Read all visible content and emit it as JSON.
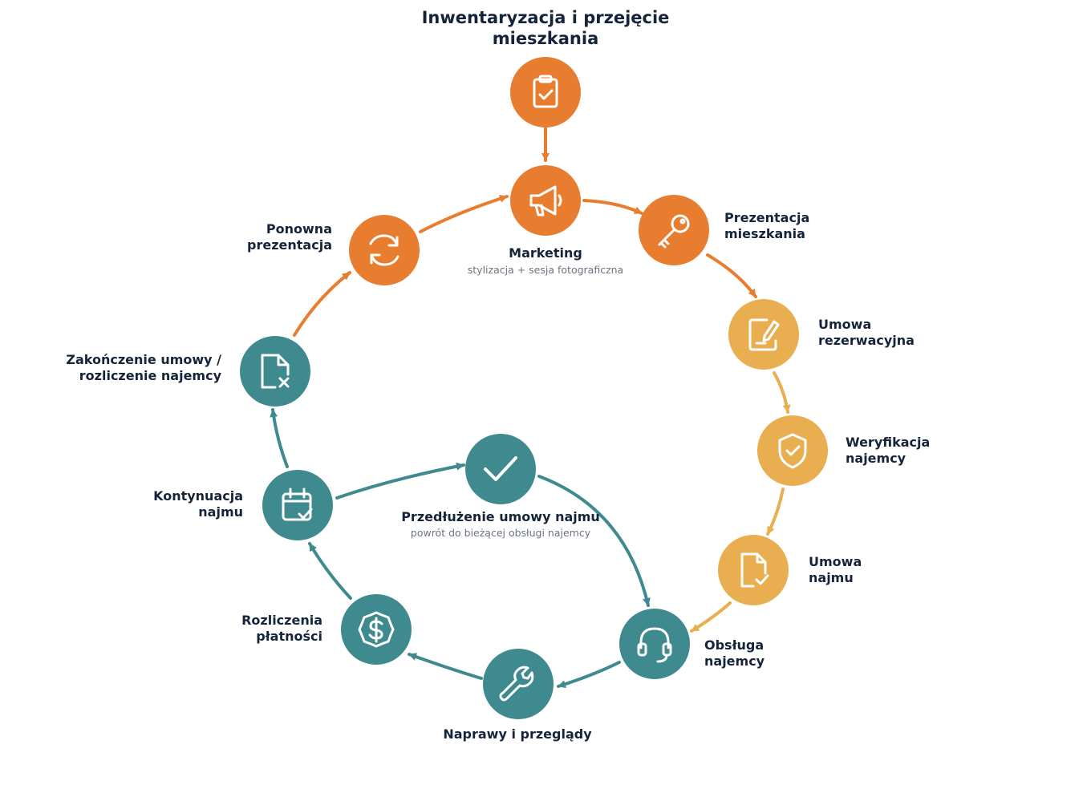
{
  "title": [
    "Inwentaryzacja i przejęcie",
    "mieszkania"
  ],
  "colors": {
    "orange": "#e87d2f",
    "amber": "#e8ae4f",
    "teal": "#3f8a8f",
    "text": "#15243a",
    "subtext": "#6b7480"
  },
  "steps": [
    {
      "id": "marketing",
      "icon": "megaphone-icon",
      "lines": [
        "Marketing"
      ],
      "sub": "stylizacja + sesja fotograficzna"
    },
    {
      "id": "prezentacja",
      "icon": "key-icon",
      "lines": [
        "Prezentacja",
        "mieszkania"
      ]
    },
    {
      "id": "rezerwacja",
      "icon": "document-pen-icon",
      "lines": [
        "Umowa",
        "rezerwacyjna"
      ]
    },
    {
      "id": "weryfikacja",
      "icon": "shield-check-icon",
      "lines": [
        "Weryfikacja",
        "najemcy"
      ]
    },
    {
      "id": "umowa",
      "icon": "document-check-icon",
      "lines": [
        "Umowa",
        "najmu"
      ]
    },
    {
      "id": "obsluga",
      "icon": "headset-icon",
      "lines": [
        "Obsługa",
        "najemcy"
      ]
    },
    {
      "id": "naprawy",
      "icon": "wrench-icon",
      "lines": [
        "Naprawy i przeglądy"
      ]
    },
    {
      "id": "rozliczenia",
      "icon": "dollar-badge-icon",
      "lines": [
        "Rozliczenia",
        "płatności"
      ]
    },
    {
      "id": "kontynuacja",
      "icon": "calendar-check-icon",
      "lines": [
        "Kontynuacja",
        "najmu"
      ]
    },
    {
      "id": "zakonczenie",
      "icon": "document-x-icon",
      "lines": [
        "Zakończenie umowy /",
        "rozliczenie najemcy"
      ]
    },
    {
      "id": "ponowna",
      "icon": "refresh-icon",
      "lines": [
        "Ponowna",
        "prezentacja"
      ]
    },
    {
      "id": "inwentaryzacja",
      "icon": "clipboard-check-icon",
      "lines": []
    },
    {
      "id": "przedluzenie",
      "icon": "check-icon",
      "lines": [
        "Przedłużenie umowy najmu"
      ],
      "sub": "powrót do bieżącej obsługi najemcy"
    }
  ]
}
